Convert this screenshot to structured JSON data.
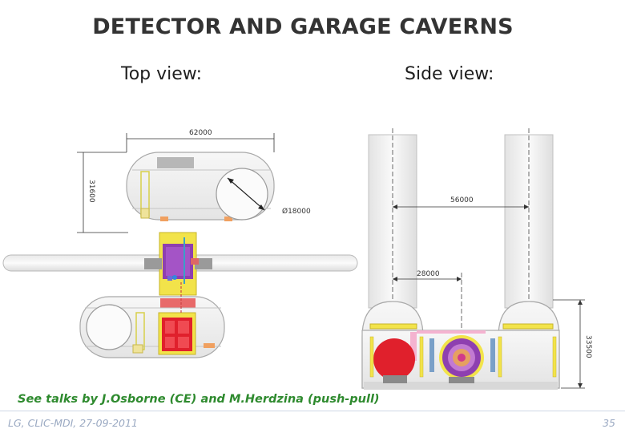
{
  "title": "DETECTOR AND GARAGE CAVERNS",
  "top_view": {
    "label": "Top view:",
    "dim_width": "62000",
    "dim_height": "31600",
    "dim_diameter": "Ø18000"
  },
  "side_view": {
    "label": "Side view:",
    "dim_shaft_spacing": "56000",
    "dim_inner": "28000",
    "dim_height": "33500"
  },
  "footer": {
    "note": "See talks by J.Osborne (CE) and M.Herdzina (push-pull)",
    "left": "LG, CLIC-MDI, 27-09-2011",
    "page": "35"
  },
  "colors": {
    "title": "#333333",
    "note": "#2e8a2e",
    "footer": "#9aa9c2",
    "detector_purple": "#8e3fb0",
    "detector_red": "#e0202c",
    "support_yellow": "#f2e34a"
  }
}
